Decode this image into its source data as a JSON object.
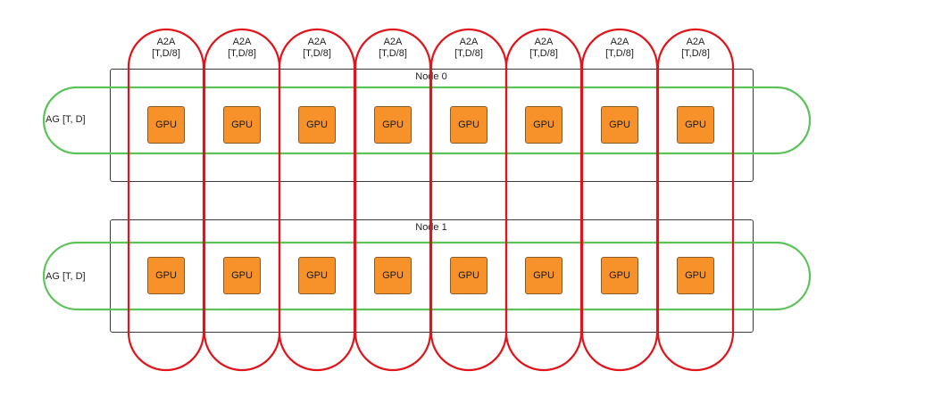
{
  "nodes": [
    {
      "title": "Node 0",
      "gpus": [
        "GPU",
        "GPU",
        "GPU",
        "GPU",
        "GPU",
        "GPU",
        "GPU",
        "GPU"
      ],
      "ag_label": "AG [T, D]"
    },
    {
      "title": "Node 1",
      "gpus": [
        "GPU",
        "GPU",
        "GPU",
        "GPU",
        "GPU",
        "GPU",
        "GPU",
        "GPU"
      ],
      "ag_label": "AG [T, D]"
    }
  ],
  "a2a_groups": [
    {
      "line1": "A2A",
      "line2": "[T,D/8]"
    },
    {
      "line1": "A2A",
      "line2": "[T,D/8]"
    },
    {
      "line1": "A2A",
      "line2": "[T,D/8]"
    },
    {
      "line1": "A2A",
      "line2": "[T,D/8]"
    },
    {
      "line1": "A2A",
      "line2": "[T,D/8]"
    },
    {
      "line1": "A2A",
      "line2": "[T,D/8]"
    },
    {
      "line1": "A2A",
      "line2": "[T,D/8]"
    },
    {
      "line1": "A2A",
      "line2": "[T,D/8]"
    }
  ],
  "colors": {
    "a2a_ring": "#e0141b",
    "ag_ring": "#5cc25a",
    "gpu_fill": "#f7912a",
    "node_border": "#3a3a3a"
  }
}
